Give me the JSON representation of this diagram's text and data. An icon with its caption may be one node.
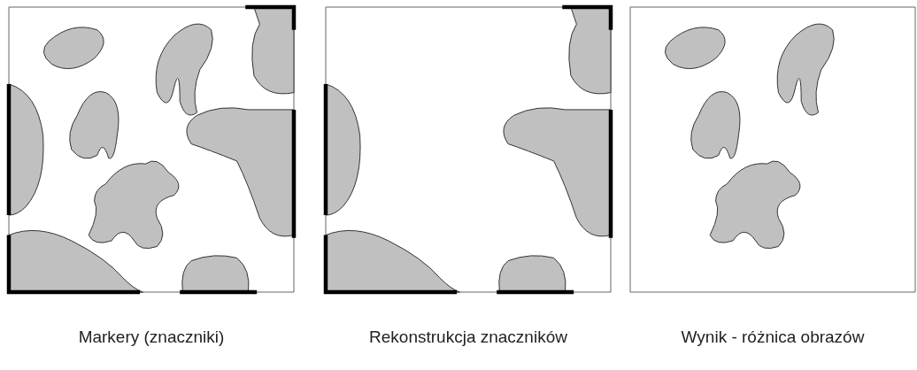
{
  "diagram": {
    "labels": [
      "Markery (znaczniki)",
      "Rekonstrukcja znaczników",
      "Wynik - różnica obrazów"
    ]
  }
}
